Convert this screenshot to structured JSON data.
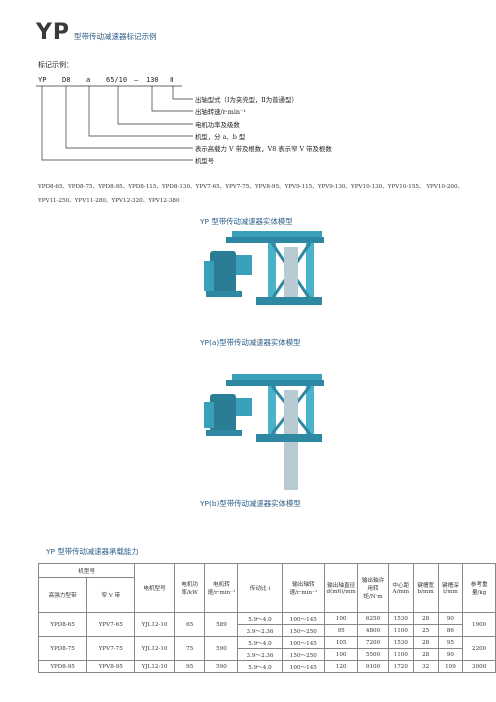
{
  "title": {
    "big": "YP",
    "rest": "型带传动减速器标记示例"
  },
  "diagram": {
    "label": "标记示例：",
    "codes": [
      "YP",
      "D8",
      "a",
      "65/10",
      "—",
      "130",
      "Ⅱ"
    ],
    "legend": [
      "出轴型式（Ⅰ为夹壳型，Ⅱ为普通型）",
      "出轴转速/r·min⁻¹",
      "电机功率及级数",
      "机型，分 a、b 型",
      "表示高载力 V 带及根数，V8 表示窄 V 带及根数",
      "机型号"
    ]
  },
  "models": {
    "line1": "YPD8-65、YPD8-75、YPD8-95、YPD8-115、YPD8-130、YPV7-65、YPV7-75、YPV8-95、YPV9-115、YPV9-130、YPV10-130、YPV10-155、 YPV10-200、",
    "line2": "YPV11-250、YPV11-280、YPV12-320、YPV12-380"
  },
  "captions": {
    "model1": "YP 型带传动减速器实体模型",
    "model2": "YP(a)型带传动减速器实体模型",
    "model3": "YP(b)型带传动减速器实体模型"
  },
  "table": {
    "title": "YP 型带传动减速器承载能力",
    "header": {
      "group": "机型号",
      "col1": "高强力型带",
      "col2": "窄 V 带",
      "motor": "电机型号",
      "power": "电机功率/kW",
      "speed": "电机转速/r·min⁻¹",
      "ratio": "传动比 i",
      "out_speed": "输出轴转速/r·min⁻¹",
      "shaft_dia": "输出轴直径d(m6)/mm",
      "torque": "输出轴许用转矩/N·m",
      "center": "中心距A/mm",
      "key_w": "键槽宽b/mm",
      "key_d": "键槽深t/mm",
      "weight": "参考重量/kg"
    },
    "rows": [
      {
        "c1": "YPD8-65",
        "c2": "YPV7-65",
        "m": "YJL12-10",
        "p": "65",
        "s": "589",
        "r": [
          "5.9～4.0",
          "3.9～2.36"
        ],
        "o": [
          "100～145",
          "150～250"
        ],
        "d": [
          "100",
          "95"
        ],
        "t": [
          "6250",
          "4800"
        ],
        "a": [
          "1530",
          "1100"
        ],
        "b": [
          "28",
          "25"
        ],
        "k": [
          "90",
          "86"
        ],
        "w": "1900"
      },
      {
        "c1": "YPD8-75",
        "c2": "YPV7-75",
        "m": "YJL12-10",
        "p": "75",
        "s": "590",
        "r": [
          "5.9～4.0",
          "3.9～2.36"
        ],
        "o": [
          "100～145",
          "150～250"
        ],
        "d": [
          "105",
          "100"
        ],
        "t": [
          "7200",
          "5500"
        ],
        "a": [
          "1530",
          "1100"
        ],
        "b": [
          "28",
          "28"
        ],
        "k": [
          "95",
          "90"
        ],
        "w": "2200"
      },
      {
        "c1": "YPD8-95",
        "c2": "YPV8-95",
        "m": "YJL12-10",
        "p": "95",
        "s": "590",
        "r": [
          "5.9～4.0"
        ],
        "o": [
          "100～145"
        ],
        "d": [
          "120"
        ],
        "t": [
          "9100"
        ],
        "a": [
          "1720"
        ],
        "b": [
          "32"
        ],
        "k": [
          "109"
        ],
        "w": "3000"
      }
    ]
  }
}
